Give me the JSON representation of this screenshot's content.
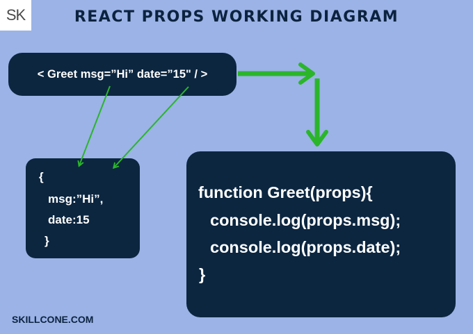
{
  "logo": {
    "text": "SK"
  },
  "title": "REACT PROPS WORKING DIAGRAM",
  "jsx": {
    "text": "< Greet msg=”Hi” date=”15\" / >"
  },
  "props_object": {
    "lines": [
      "{",
      "msg:”Hi”,",
      "date:15",
      "}"
    ]
  },
  "function": {
    "lines": [
      "function Greet(props){",
      "console.log(props.msg);",
      "console.log(props.date);",
      "}"
    ]
  },
  "footer": "SKILLCONE.COM",
  "colors": {
    "background": "#9bb3e6",
    "box": "#0c2640",
    "arrow": "#2bb52b",
    "title": "#0c2340"
  }
}
